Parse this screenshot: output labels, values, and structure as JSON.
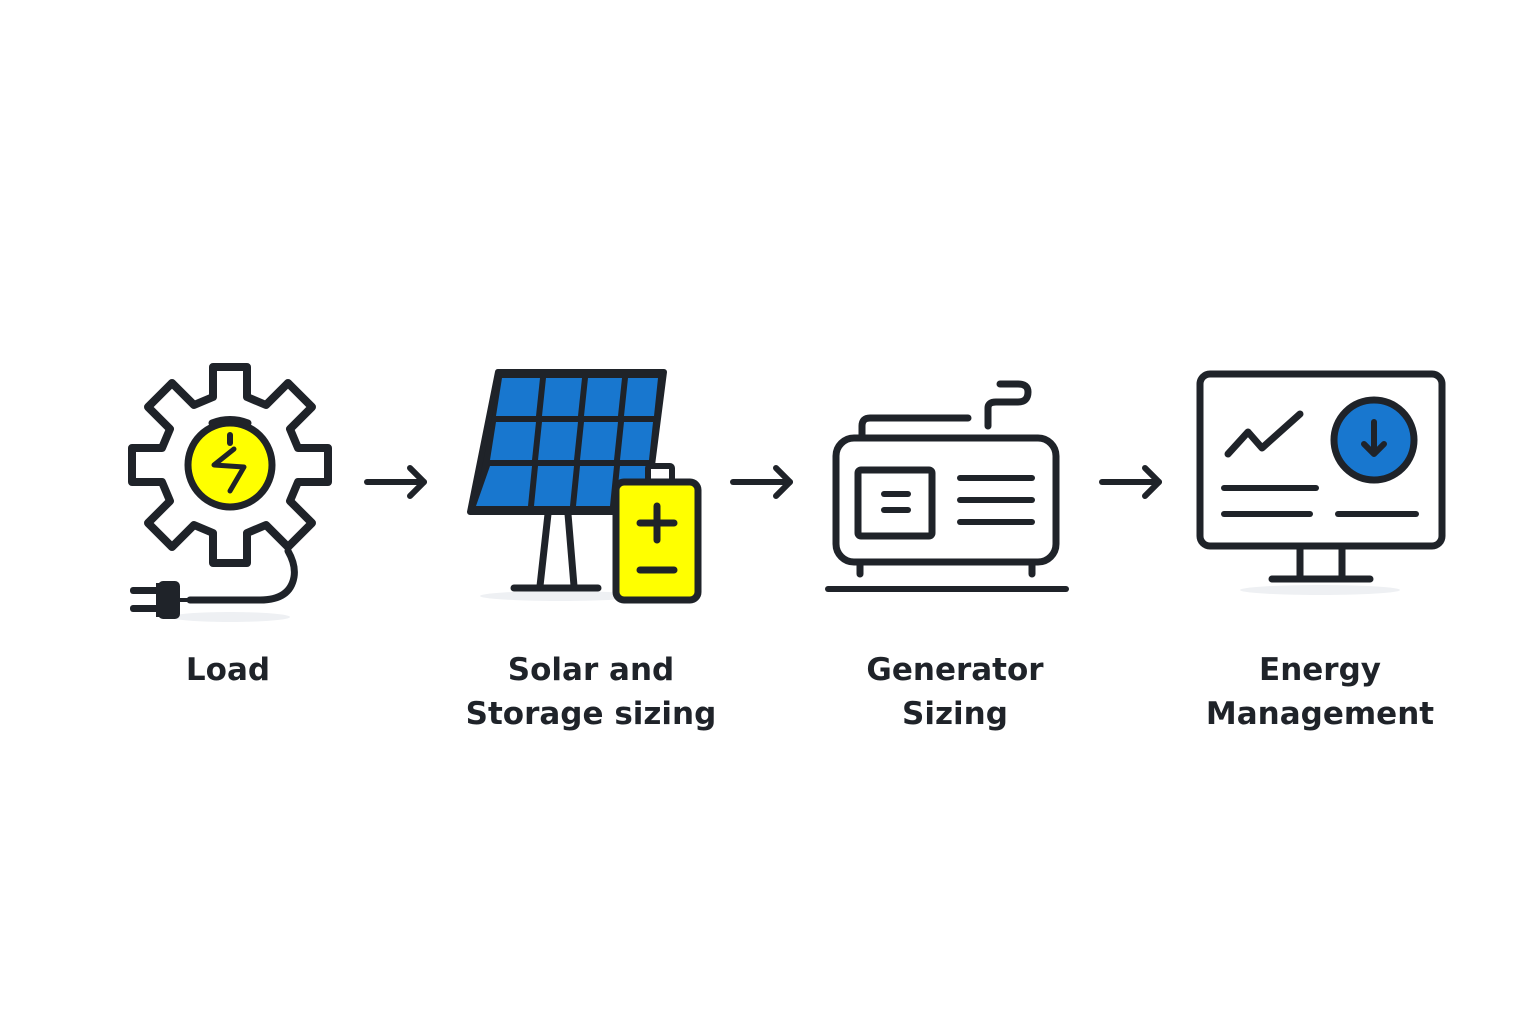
{
  "colors": {
    "stroke": "#1f2329",
    "blue": "#1877cf",
    "yellow": "#ffff00",
    "background": "#ffffff"
  },
  "steps": [
    {
      "icon": "gear-plug-icon",
      "label_lines": [
        "Load"
      ]
    },
    {
      "icon": "solar-battery-icon",
      "label_lines": [
        "Solar and",
        "Storage sizing"
      ]
    },
    {
      "icon": "generator-icon",
      "label_lines": [
        "Generator",
        "Sizing"
      ]
    },
    {
      "icon": "monitor-dashboard-icon",
      "label_lines": [
        "Energy",
        "Management"
      ]
    }
  ],
  "connectors": [
    {
      "icon": "arrow-right-icon"
    },
    {
      "icon": "arrow-right-icon"
    },
    {
      "icon": "arrow-right-icon"
    }
  ]
}
